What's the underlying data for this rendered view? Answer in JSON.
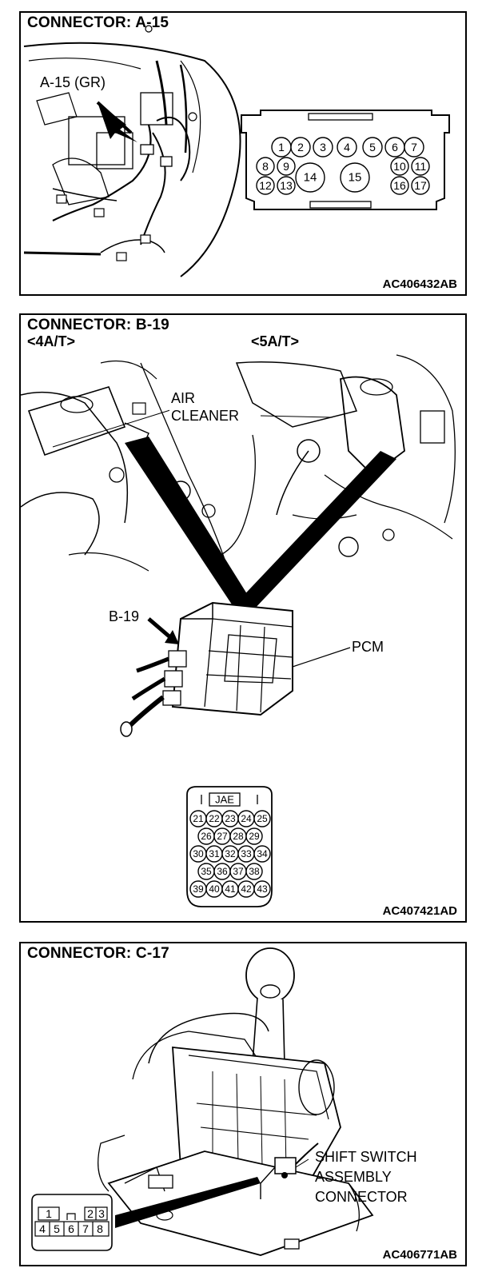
{
  "panels": [
    {
      "title": "CONNECTOR: A-15",
      "code": "AC406432AB",
      "labels": {
        "connector_callout": "A-15 (GR)"
      },
      "connector": {
        "pins_row1": [
          "1",
          "2",
          "3",
          "4",
          "5",
          "6",
          "7"
        ],
        "pins_row2": [
          "8",
          "9",
          "10",
          "11"
        ],
        "pins_row3": [
          "12",
          "13",
          "16",
          "17"
        ],
        "pins_large": [
          "14",
          "15"
        ]
      }
    },
    {
      "title": "CONNECTOR: B-19",
      "code": "AC407421AD",
      "labels": {
        "variant_left": "<4A/T>",
        "variant_right": "<5A/T>",
        "air_cleaner_line1": "AIR",
        "air_cleaner_line2": "CLEANER",
        "connector_callout": "B-19",
        "module": "PCM"
      },
      "connector": {
        "maker": "JAE",
        "rows": [
          [
            "21",
            "22",
            "23",
            "24",
            "25"
          ],
          [
            "26",
            "27",
            "28",
            "29"
          ],
          [
            "30",
            "31",
            "32",
            "33",
            "34"
          ],
          [
            "35",
            "36",
            "37",
            "38"
          ],
          [
            "39",
            "40",
            "41",
            "42",
            "43"
          ]
        ]
      }
    },
    {
      "title": "CONNECTOR: C-17",
      "code": "AC406771AB",
      "labels": {
        "callout_line1": "SHIFT SWITCH",
        "callout_line2": "ASSEMBLY",
        "callout_line3": "CONNECTOR"
      },
      "connector": {
        "top_row": [
          "1",
          "2",
          "3"
        ],
        "bottom_row": [
          "4",
          "5",
          "6",
          "7",
          "8"
        ]
      }
    }
  ]
}
